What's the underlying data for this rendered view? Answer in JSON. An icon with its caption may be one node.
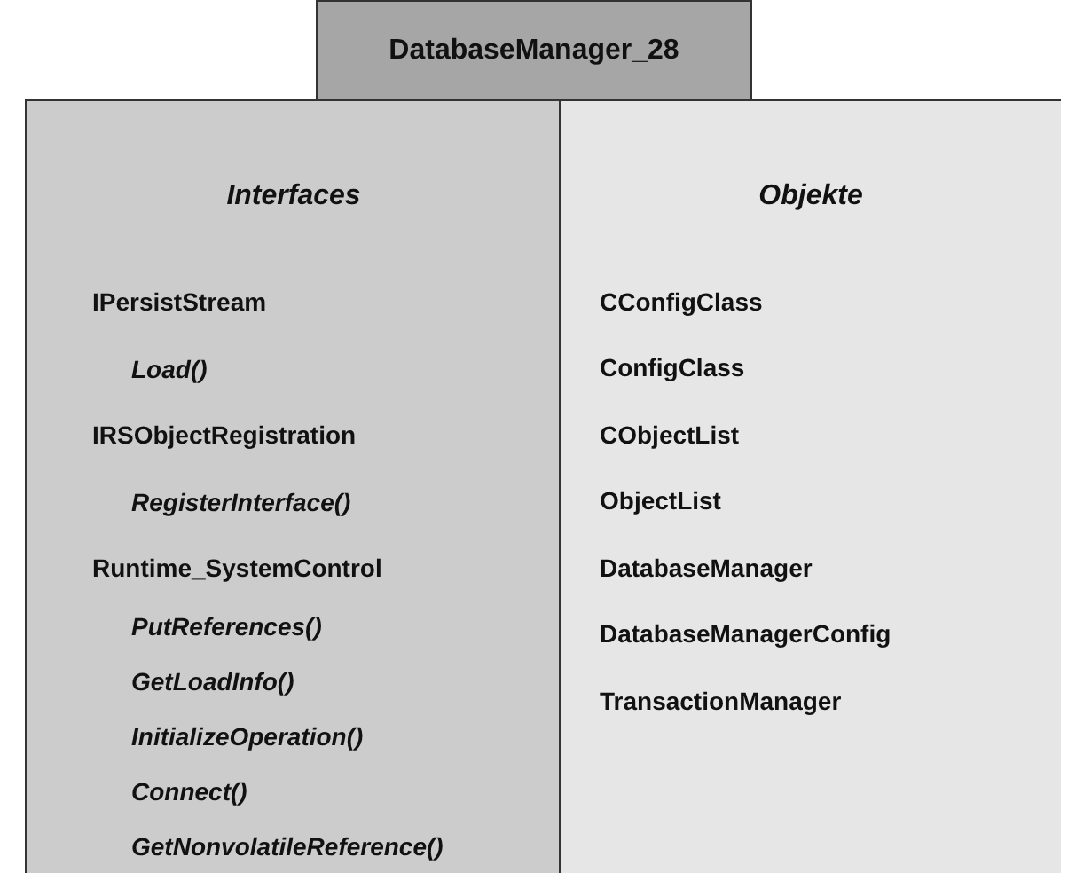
{
  "diagram": {
    "nodes": [
      {
        "text": [
          "DatabaseManager_28"
        ]
      },
      {
        "text": [
          "Interfaces"
        ]
      },
      {
        "text": [
          "IPersistStream",
          "Load()"
        ],
        "in": 1
      },
      {
        "text": [
          "IRSObjectRegistration",
          "RegisterInterface()"
        ],
        "in": 1
      },
      {
        "text": [
          "Runtime_SystemControl",
          "PutReferences()",
          "GetLoadInfo()",
          "InitializeOperation()",
          "Connect()",
          "GetNonvolatileReference()"
        ],
        "in": 1
      },
      {
        "text": [
          "Objekte",
          "CConfigClass",
          "ConfigClass",
          "CObjectList",
          "ObjectList",
          "DatabaseManager",
          "DatabaseManagerConfig",
          "TransactionManager"
        ]
      }
    ]
  }
}
